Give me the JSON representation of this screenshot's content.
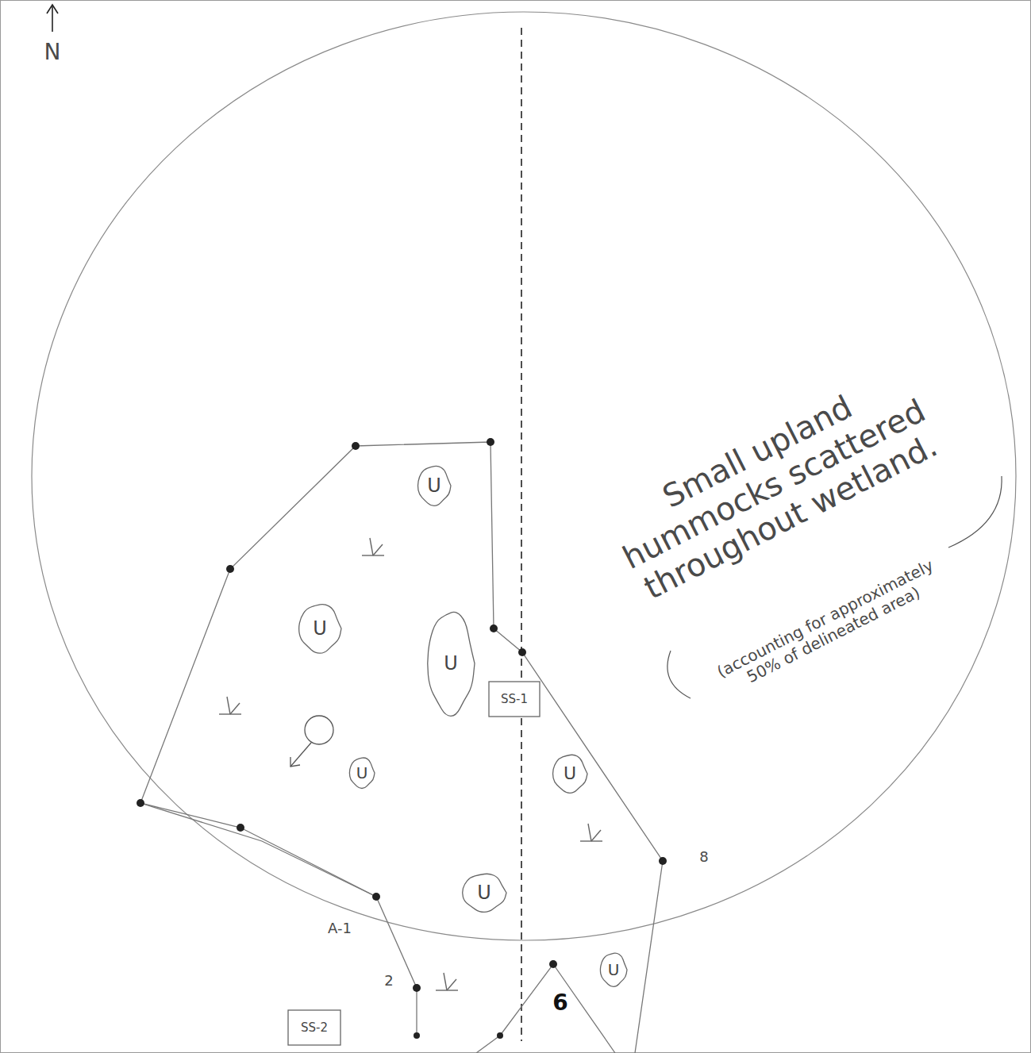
{
  "diagram": {
    "nodes": [
      {
        "text": [
          "SS-1"
        ]
      },
      {
        "text": [
          "SS-2"
        ]
      },
      {
        "text": [
          "U"
        ]
      },
      {
        "text": [
          "U"
        ]
      },
      {
        "text": [
          "U"
        ]
      },
      {
        "text": [
          "U"
        ]
      },
      {
        "text": [
          "U"
        ]
      },
      {
        "text": [
          "U"
        ]
      },
      {
        "text": [
          "U"
        ]
      }
    ],
    "labels": [
      "N",
      "Small upland hummocks scattered throughout wetland.",
      "(accounting for approximately 50% of delineated area)",
      "A-1",
      "2",
      "6",
      "8"
    ]
  }
}
